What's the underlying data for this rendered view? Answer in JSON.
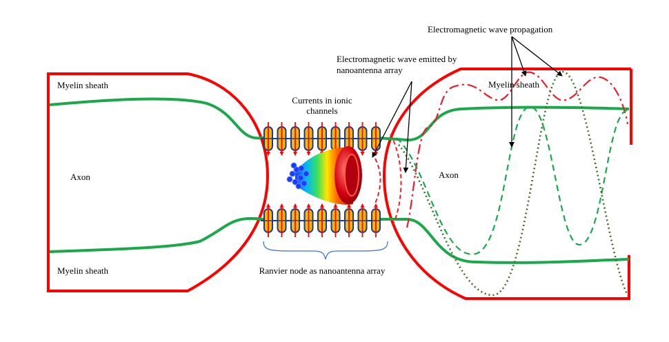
{
  "labels": {
    "myelin_sheath_top_left": "Myelin sheath",
    "myelin_sheath_bottom_left": "Myelin sheath",
    "myelin_sheath_right": "Myelin sheath",
    "axon_left": "Axon",
    "axon_right": "Axon",
    "currents_line1": "Currents in ionic",
    "currents_line2": "channels",
    "em_emitted_line1": "Electromagnetic wave emitted by",
    "em_emitted_line2": "nanoantenna array",
    "em_propagation": "Electromagnetic wave propagation",
    "ranvier_node": "Ranvier node as nanoantenna array"
  },
  "ion_channels": {
    "count_per_row": 9,
    "rows": [
      "top",
      "bottom"
    ]
  },
  "colors": {
    "membrane": "#ff0000",
    "myelin_line": "#1aa84a",
    "wave_dashdot": "#e8202a",
    "wave_dashed": "#1aa84a",
    "wave_dotted": "#3d6e1f",
    "channel_fill": "#f5b800",
    "channel_stroke": "#1f3a8a",
    "arrow_red": "#ff0000",
    "brace": "#3b6fd0"
  }
}
